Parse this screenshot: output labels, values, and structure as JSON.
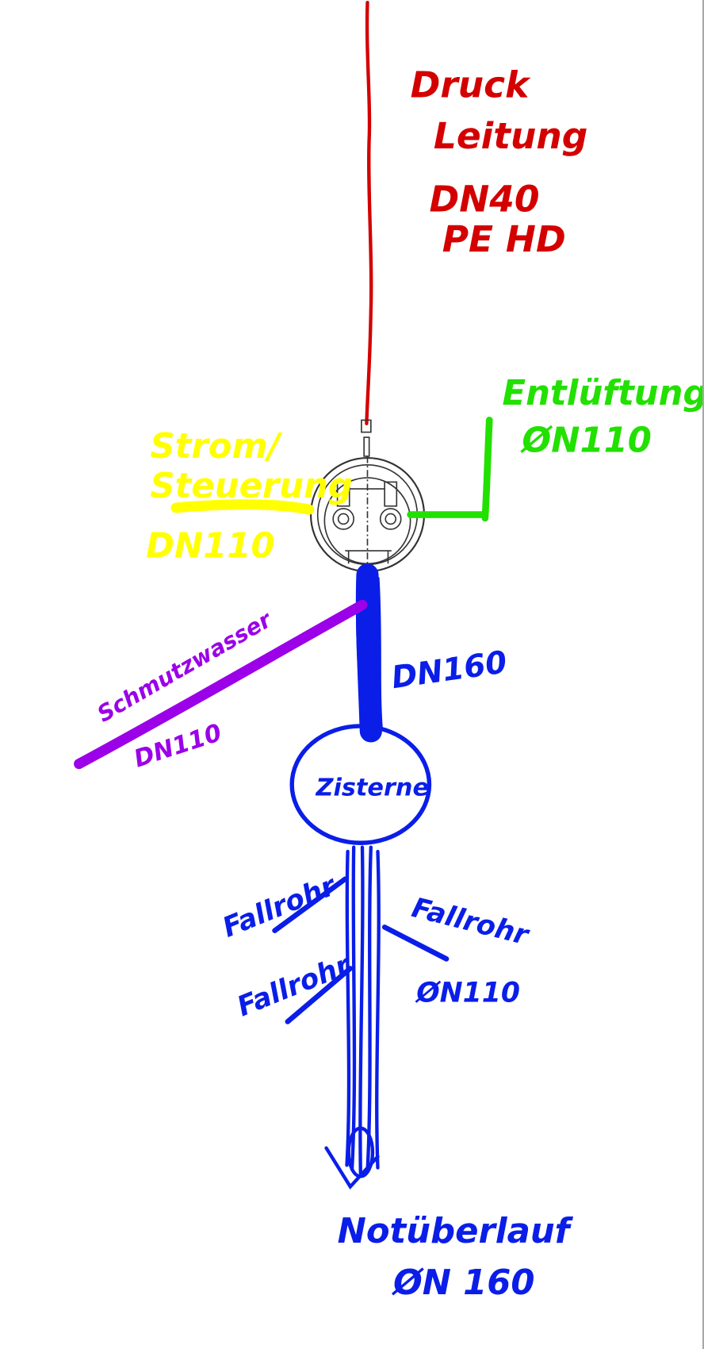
{
  "colors": {
    "pressure": "#d40000",
    "power": "#ffff00",
    "vent": "#22e000",
    "wastewater": "#9b00e8",
    "rainwater": "#0a1ee8",
    "pump": "#333333"
  },
  "pressure_line": {
    "line1": "Druck",
    "line2": "Leitung",
    "line3": "DN40",
    "line4": "PE HD"
  },
  "vent": {
    "line1": "Entlüftung",
    "line2": "ØN110"
  },
  "power": {
    "line1": "Strom/",
    "line2": "Steuerung",
    "line3": "DN110"
  },
  "main_pipe": {
    "label": "DN160"
  },
  "wastewater": {
    "line1": "Schmutzwasser",
    "line2": "DN110"
  },
  "cistern": {
    "label": "Zisterne"
  },
  "downpipes": {
    "left_top": "Fallrohr",
    "left_bottom": "Fallrohr",
    "right": "Fallrohr",
    "right_size": "ØN110"
  },
  "overflow": {
    "line1": "Notüberlauf",
    "line2": "ØN 160"
  }
}
